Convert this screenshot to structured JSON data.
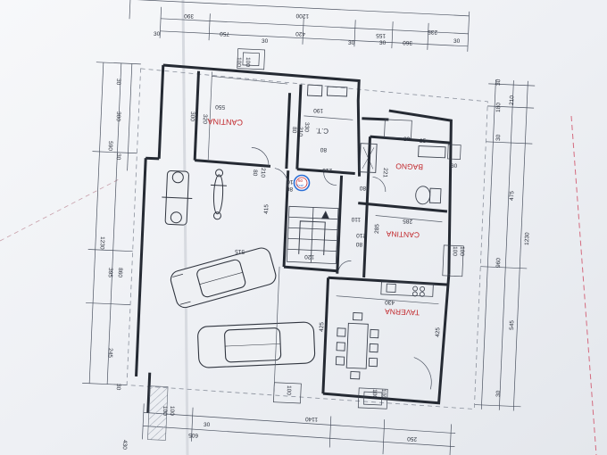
{
  "colors": {
    "paper": "#f5f6f8",
    "ink": "#2a2f3a",
    "dim": "#6b7280",
    "accent_red": "#c2282c",
    "accent_blue": "#2b6fd6"
  },
  "rooms": {
    "cantina_top": "CANTINA",
    "ct": "C.T.",
    "bagno": "BAGNO",
    "cantina_mid": "CANTINA",
    "taverna": "TAVERNA"
  },
  "dims_top": {
    "d1200": "1200",
    "d390": "390",
    "d750": "750",
    "d420": "420",
    "d155": "155",
    "d360": "360",
    "d235": "235",
    "d30a": "30",
    "d30b": "30",
    "d30c": "30",
    "d30d": "30",
    "d30e": "30"
  },
  "dims_left": {
    "d1230": "1230",
    "d590": "590",
    "d300": "300",
    "d30a": "30",
    "d30b": "30",
    "d395": "395",
    "d245": "245",
    "d860": "860",
    "d30c": "30"
  },
  "dims_right": {
    "d210": "210",
    "d180": "180",
    "d30a": "30",
    "d475": "475",
    "d1230": "1230",
    "d960": "960",
    "d30b": "30",
    "d545": "545",
    "d30c": "30"
  },
  "dims_bottom": {
    "d1140": "1140",
    "d605": "605",
    "d250": "250",
    "d430": "430",
    "d30": "30",
    "d100a": "100",
    "d100b": "100"
  },
  "dims_inner": {
    "d550": "550",
    "d320": "320",
    "d300": "300",
    "d190": "190",
    "d330": "330",
    "d210a": "210",
    "d80a": "80",
    "d210b": "210",
    "d80b": "80",
    "d80c": "80",
    "d210c": "210",
    "d221": "221",
    "d80d": "80",
    "d110": "110",
    "d415": "415",
    "d515": "515",
    "d120": "120",
    "d285": "285",
    "d285b": "285",
    "d210d": "210",
    "d80e": "80",
    "d425": "425",
    "d425b": "425",
    "d430": "430",
    "d100a": "100",
    "d100b": "100",
    "d100c": "100",
    "d100d": "100",
    "d100e": "100",
    "d100f": "100",
    "d100g": "100",
    "d25": "25",
    "d210e": "210",
    "d80f": "80",
    "d30": "30",
    "d80g": "80"
  },
  "badge": {
    "line1": "60",
    "line2": "Kcal"
  }
}
